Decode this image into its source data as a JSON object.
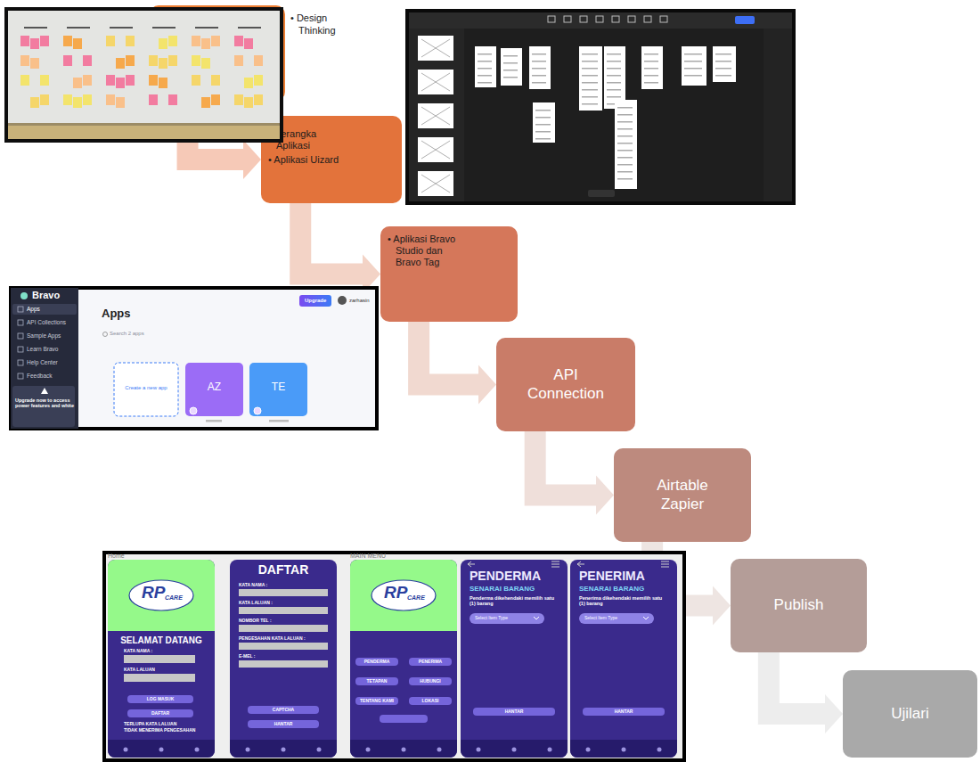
{
  "diagram": {
    "nodes": [
      {
        "text": [
          "• Design Thinking"
        ]
      },
      {
        "text": [
          "• Kerangka Aplikasi",
          "• Aplikasi Uizard"
        ]
      },
      {
        "text": [
          "• Aplikasi Bravo Studio dan Bravo Tag"
        ]
      },
      {
        "text": [
          "API Connection"
        ]
      },
      {
        "text": [
          "Airtable Zapier"
        ]
      },
      {
        "text": [
          "Publish"
        ]
      },
      {
        "text": [
          "Ujilari"
        ]
      }
    ],
    "edges": [
      {
        "from": 0,
        "to": 1,
        "arrow": "to"
      },
      {
        "from": 1,
        "to": 2,
        "arrow": "to"
      },
      {
        "from": 2,
        "to": 3,
        "arrow": "to"
      },
      {
        "from": 3,
        "to": 4,
        "arrow": "to"
      },
      {
        "from": 4,
        "to": 5,
        "arrow": "to"
      },
      {
        "from": 5,
        "to": 6,
        "arrow": "to"
      }
    ],
    "labels": [
      "Bravo",
      "Apps",
      "API Collections",
      "Sample Apps",
      "Learn Bravo",
      "Help Center",
      "Feedback",
      "Upgrade now to access power features and white",
      "Upgrade",
      "zarhasin",
      "Apps",
      "Search 2 apps",
      "Create a new app",
      "AZ",
      "TE",
      "Home",
      "MAIN MENU",
      "RP",
      "CARE",
      "SELAMAT DATANG",
      "KATA NAMA :",
      "KATA LALUAN",
      "LOG MASUK",
      "DAFTAR",
      "TERLUPA KATA LALUAN",
      "TIDAK MENERIMA PENGESAHAN",
      "DAFTAR",
      "KATA NAMA :",
      "KATA LALUAN :",
      "NOMBOR TEL :",
      "PENGESAHAN KATA LALUAN :",
      "E-MEL :",
      "CAPTCHA",
      "HANTAR",
      "RP",
      "CARE",
      "PENDERMA",
      "PENERIMA",
      "TETAPAN",
      "HUBUNGI",
      "TENTANG KAMI",
      "LOKASI",
      "PENDERMA",
      "SENARAI BARANG",
      "Penderma dikehendaki memilih satu (1) barang",
      "Select Item Type",
      "HANTAR",
      "PENERIMA",
      "SENARAI BARANG",
      "Penerima dikehendaki memilih satu (1) barang",
      "Select Item Type",
      "HANTAR"
    ]
  }
}
